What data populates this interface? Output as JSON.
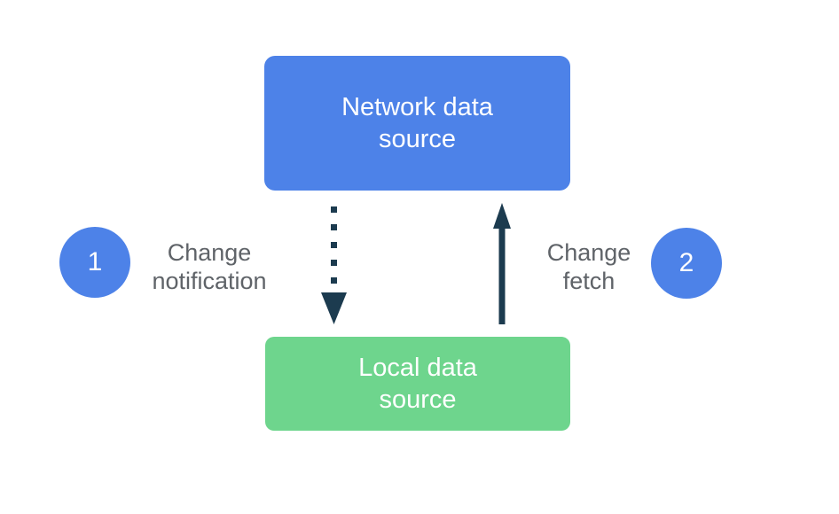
{
  "colors": {
    "blue": "#4d82e8",
    "green": "#6ed58d",
    "arrow": "#1c3b4f",
    "label-text": "#5f6368",
    "box-text": "#ffffff"
  },
  "boxes": {
    "network": {
      "line1": "Network data",
      "line2": "source"
    },
    "local": {
      "line1": "Local data",
      "line2": "source"
    }
  },
  "steps": [
    {
      "number": "1",
      "label_line1": "Change",
      "label_line2": "notification",
      "arrow_style": "dotted-down"
    },
    {
      "number": "2",
      "label_line1": "Change",
      "label_line2": "fetch",
      "arrow_style": "solid-up"
    }
  ],
  "icons": {
    "dotted_down_arrow": "dotted-down-arrow-icon",
    "solid_up_arrow": "solid-up-arrow-icon"
  }
}
